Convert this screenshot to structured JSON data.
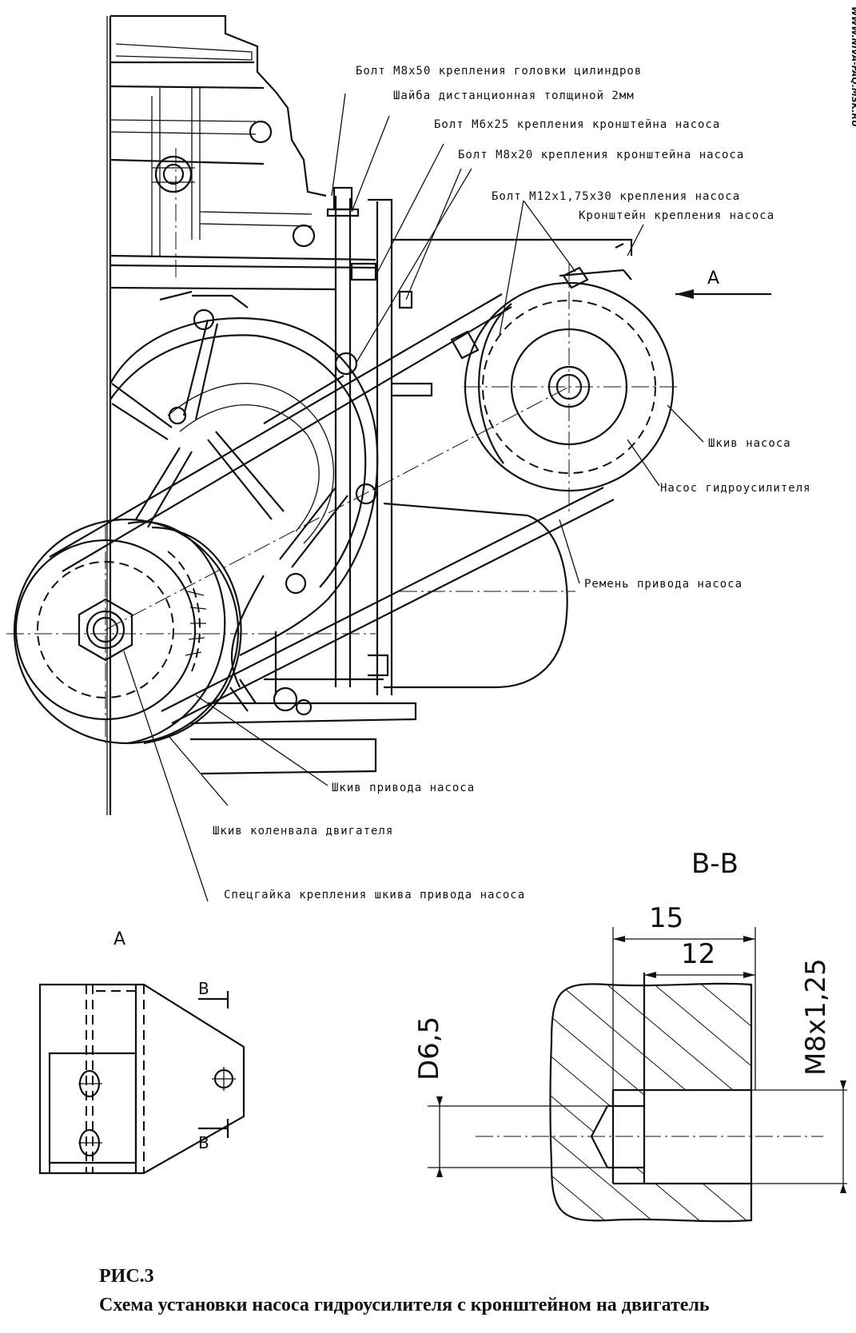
{
  "watermark": "WWW.NIVA-FAQ.MSK.RU",
  "callouts": {
    "bolt_head": "Болт М8х50 крепления головки цилиндров",
    "spacer": "Шайба дистанционная толщиной 2мм",
    "bolt_m6": "Болт М6х25 крепления кронштейна насоса",
    "bolt_m8": "Болт М8х20 крепления кронштейна насоса",
    "bolt_m12": "Болт М12х1,75х30 крепления насоса",
    "bracket": "Кронштейн крепления насоса",
    "pump_pulley": "Шкив насоса",
    "pump": "Насос гидроусилителя",
    "belt": "Ремень привода насоса",
    "drive_pulley": "Шкив привода насоса",
    "crank_pulley": "Шкив коленвала двигателя",
    "special_nut": "Спецгайка крепления шкива привода насоса"
  },
  "view_a_arrow": "А",
  "view_a_title": "А",
  "section_mark": "В",
  "section_title": "В-В",
  "dimensions": {
    "outer_depth": "15",
    "thread_depth": "12",
    "drill_dia": "D6,5",
    "thread": "M8x1,25"
  },
  "caption": {
    "number": "РИС.3",
    "text": "Схема установки насоса гидроусилителя с кронштейном на двигатель"
  }
}
